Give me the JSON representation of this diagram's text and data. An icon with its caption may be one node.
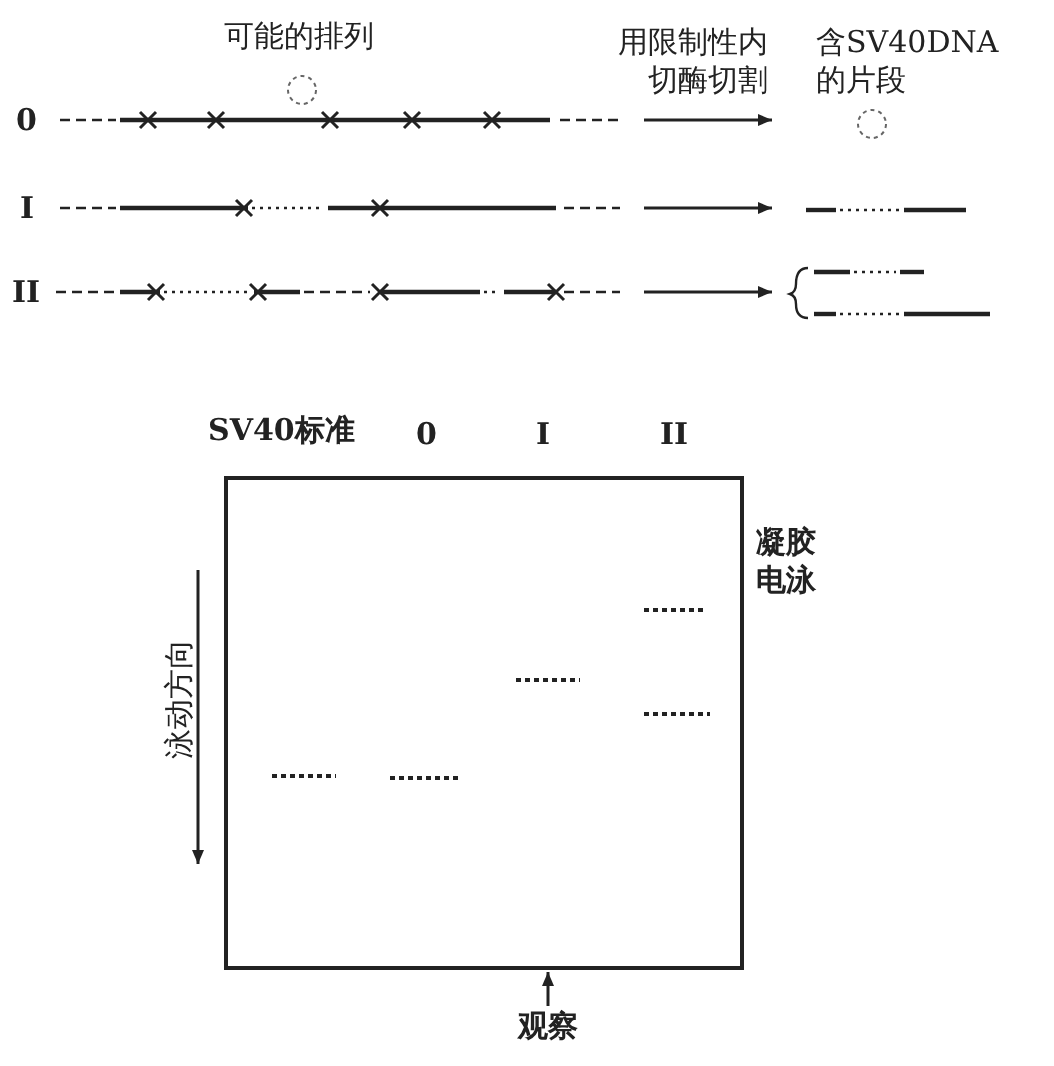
{
  "diagram": {
    "nodes": [
      {
        "text": [
          "凝胶电泳"
        ]
      },
      {
        "text": [
          "观察"
        ]
      }
    ],
    "edges": [
      {
        "from": 1,
        "to": 0,
        "arrow": "to"
      }
    ],
    "labels": [
      "可能的排列",
      "用限制性内切酶切割",
      "含SV40DNA的片段",
      "0",
      "I",
      "II",
      "SV40标准",
      "0",
      "I",
      "II",
      "泳动方向"
    ]
  }
}
